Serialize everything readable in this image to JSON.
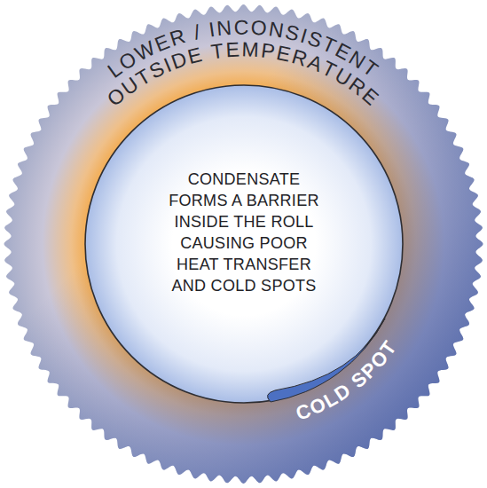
{
  "diagram": {
    "nodes": [
      {
        "text": [
          "LOWER / INCONSISTENT OUTSIDE TEMPERATURE"
        ]
      },
      {
        "text": [
          "CONDENSATE FORMS A BARRIER INSIDE THE ROLL CAUSING POOR HEAT TRANSFER AND COLD SPOTS"
        ],
        "in": 0
      }
    ],
    "labels": [
      "COLD SPOT"
    ]
  }
}
